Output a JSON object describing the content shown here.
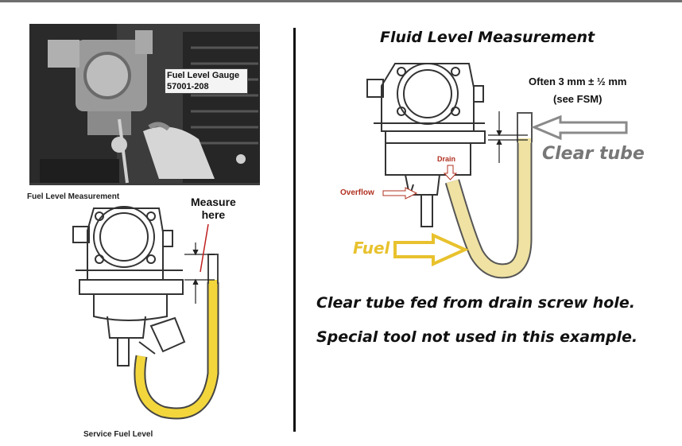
{
  "left_panel": {
    "photo_label": {
      "line1": "Fuel Level Gauge",
      "line2": "57001-208"
    },
    "caption": "Fuel Level Measurement",
    "measure_label": {
      "line1": "Measure",
      "line2": "here"
    },
    "service_caption": "Service Fuel Level"
  },
  "right_panel": {
    "title": "Fluid Level Measurement",
    "spec": {
      "line1": "Often 3 mm ± ½ mm",
      "line2": "(see FSM)"
    },
    "clear_tube_label": "Clear tube",
    "drain_label": "Drain",
    "overflow_label": "Overflow",
    "fuel_label": "Fuel",
    "note1": "Clear tube fed from drain screw hole.",
    "note2": "Special tool not used in this example."
  },
  "colors": {
    "fuel": "#efe2a2",
    "fuel_bright": "#f2d63c",
    "label_red": "#b03020",
    "arrow_gray": "#8a8a8a"
  }
}
